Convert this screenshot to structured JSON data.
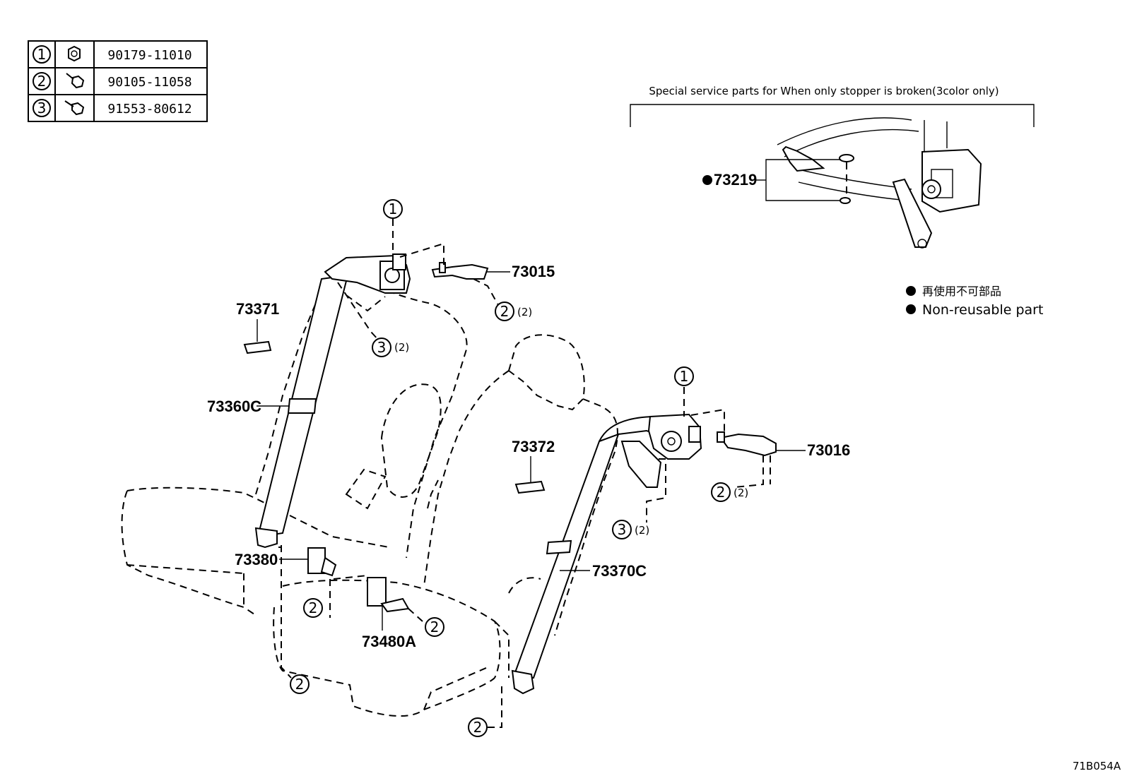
{
  "fastener_table": [
    {
      "ref": "1",
      "part_no": "90179-11010",
      "icon": "nut-icon"
    },
    {
      "ref": "2",
      "part_no": "90105-11058",
      "icon": "flange-bolt-icon"
    },
    {
      "ref": "3",
      "part_no": "91553-80612",
      "icon": "bolt-icon"
    }
  ],
  "special_service": {
    "title": "Special service parts for When only stopper is broken(3color only)",
    "part": "73219"
  },
  "legend": {
    "line1": "再使用不可部品",
    "line2": "Non-reusable part"
  },
  "part_labels": {
    "p73015": "73015",
    "p73016": "73016",
    "p73371": "73371",
    "p73372": "73372",
    "p73360C": "73360C",
    "p73370C": "73370C",
    "p73380": "73380",
    "p73480A": "73480A"
  },
  "callouts": {
    "one": "1",
    "two": "2",
    "three": "3",
    "qty2": "(2)"
  },
  "drawing_code": "71B054A"
}
